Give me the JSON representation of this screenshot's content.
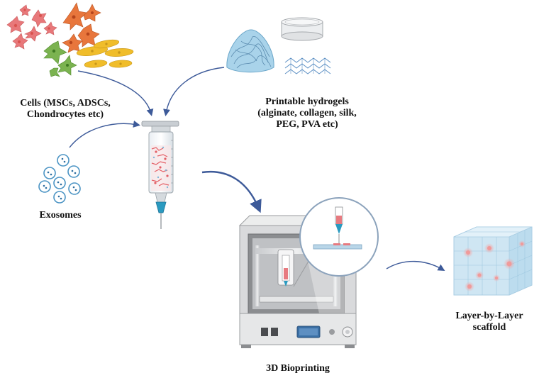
{
  "labels": {
    "cells": [
      "Cells (MSCs, ADSCs,",
      "Chondrocytes etc)"
    ],
    "hydrogels": [
      "Printable hydrogels",
      "(alginate, collagen, silk,",
      "PEG, PVA etc)"
    ],
    "exosomes": "Exosomes",
    "bioprinting": "3D Bioprinting",
    "scaffold": [
      "Layer-by-Layer",
      "scaffold"
    ]
  },
  "colors": {
    "arrow": "#3d5a99",
    "cell_red": "#e8787a",
    "cell_orange": "#e8763c",
    "cell_green": "#7bb350",
    "cell_yellow": "#f0bd2a",
    "hydrogel_blue": "#a9d3ea",
    "needle_teal": "#2a9ac0",
    "printer_gray": "#d9dadc",
    "scaffold_blue": "#cfe6f3",
    "scaffold_dot": "#f09a9a"
  },
  "icons": [
    "cell-cluster-icon",
    "hydrogel-blob-icon",
    "petri-dish-icon",
    "polymer-mesh-icon",
    "syringe-icon",
    "exosome-icon",
    "bioprinter-icon",
    "scaffold-cube-icon"
  ]
}
